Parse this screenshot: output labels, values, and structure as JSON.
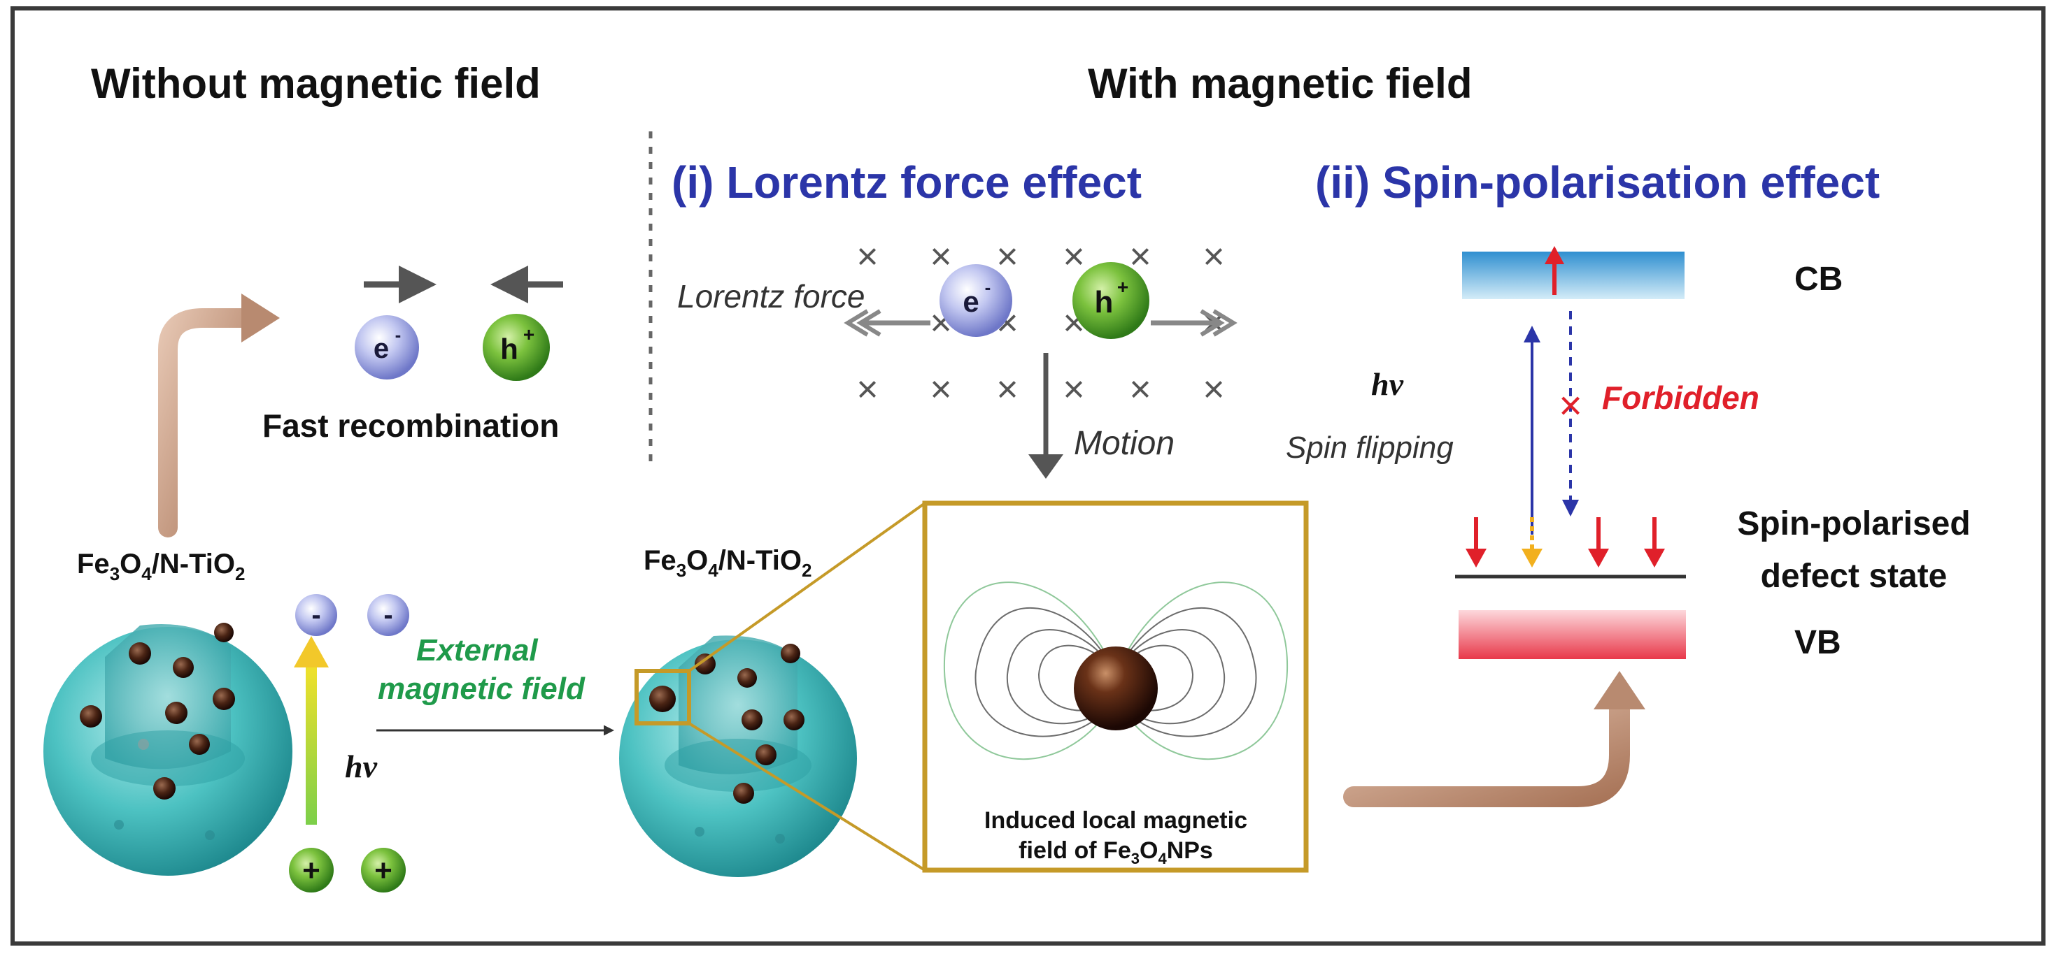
{
  "headings": {
    "without": "Without magnetic field",
    "with": "With magnetic field",
    "lorentz": "(i) Lorentz force effect",
    "spin": "(ii) Spin-polarisation effect"
  },
  "left_panel": {
    "electron": "e",
    "electron_sup": "-",
    "hole": "h",
    "hole_sup": "+",
    "fast_recombination": "Fast recombination",
    "composite_label_parts": [
      "Fe",
      "3",
      "O",
      "4",
      "/N-TiO",
      "2"
    ],
    "minus": "-",
    "plus": "+",
    "hv": "hv",
    "external_field_line1": "External",
    "external_field_line2": "magnetic field"
  },
  "lorentz_panel": {
    "cross": "×",
    "lorentz_force": "Lorentz force",
    "motion": "Motion"
  },
  "induced_box": {
    "line1": "Induced local magnetic",
    "line2_parts": [
      "field of Fe",
      "3",
      "O",
      "4",
      "NPs"
    ]
  },
  "spin_panel": {
    "cb": "CB",
    "vb": "VB",
    "hv": "hv",
    "spin_flipping": "Spin flipping",
    "forbidden": "Forbidden",
    "defect_line1": "Spin-polarised",
    "defect_line2": "defect state"
  },
  "colors": {
    "heading_blue": "#2b35a8",
    "forbidden_red": "#e0202a",
    "field_green": "#1f9a4a",
    "frame_gold": "#c59a28",
    "electron": "#9ea6e6",
    "hole": "#5cae2f",
    "sphere": "#4dc2c2",
    "nanoparticle": "#4a2414",
    "cb_blue": "#4ea8dc",
    "vb_red": "#ec4a56",
    "brown_arrow": "#c89a80"
  }
}
